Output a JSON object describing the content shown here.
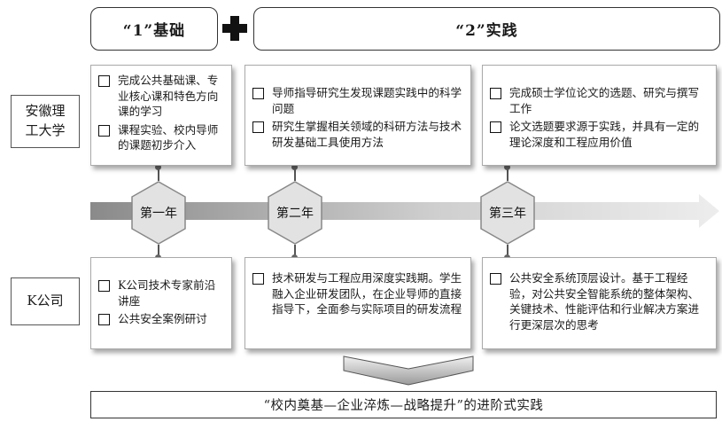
{
  "header": {
    "basis_label": "“1”基础",
    "practice_label": "“2”实践"
  },
  "rows": {
    "university": "安徽理工大学",
    "company": "K公司"
  },
  "timeline": {
    "years": [
      "第一年",
      "第二年",
      "第三年"
    ]
  },
  "university_cards": [
    {
      "items": [
        "完成公共基础课、专业核心课和特色方向课的学习",
        "课程实验、校内导师的课题初步介入"
      ]
    },
    {
      "items": [
        "导师指导研究生发现课题实践中的科学问题",
        "研究生掌握相关领域的科研方法与技术研发基础工具使用方法"
      ]
    },
    {
      "items": [
        "完成硕士学位论文的选题、研究与撰写工作",
        "论文选题要求源于实践，并具有一定的理论深度和工程应用价值"
      ]
    }
  ],
  "company_cards": [
    {
      "items": [
        "K公司技术专家前沿讲座",
        "公共安全案例研讨"
      ]
    },
    {
      "items": [
        "技术研发与工程应用深度实践期。学生融入企业研发团队，在企业导师的直接指导下，全面参与实际项目的研发流程"
      ]
    },
    {
      "items": [
        "公共安全系统顶层设计。基于工程经验，对公共安全智能系统的整体架构、关键技术、性能评估和行业解决方案进行更深层次的思考"
      ]
    }
  ],
  "footer": {
    "text": "“校内奠基—企业淬炼—战略提升”的进阶式实践"
  },
  "colors": {
    "arrow_light": "#e8e8e8",
    "arrow_dark": "#8a8a8a",
    "hex_fill": "#e2e2e2",
    "hex_stroke": "#888888"
  }
}
